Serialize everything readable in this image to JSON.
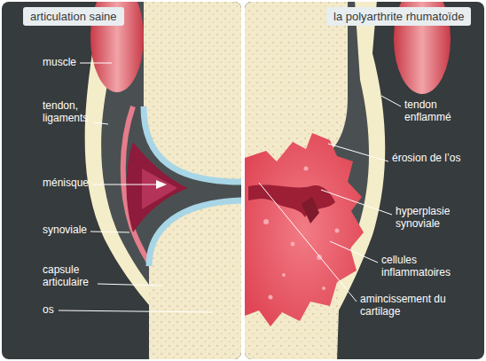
{
  "diagram": {
    "nodes": [
      {
        "text": [
          "articulation saine"
        ]
      },
      {
        "text": [
          "la polyarthrite rhumatoïde"
        ]
      }
    ],
    "labels": [
      "muscle",
      "tendon, ligaments",
      "ménisque",
      "synoviale",
      "capsule articulaire",
      "os",
      "tendon enflammé",
      "érosion de l’os",
      "hyperplasie synoviale",
      "cellules inflammatoires",
      "amincissement du cartilage"
    ]
  }
}
